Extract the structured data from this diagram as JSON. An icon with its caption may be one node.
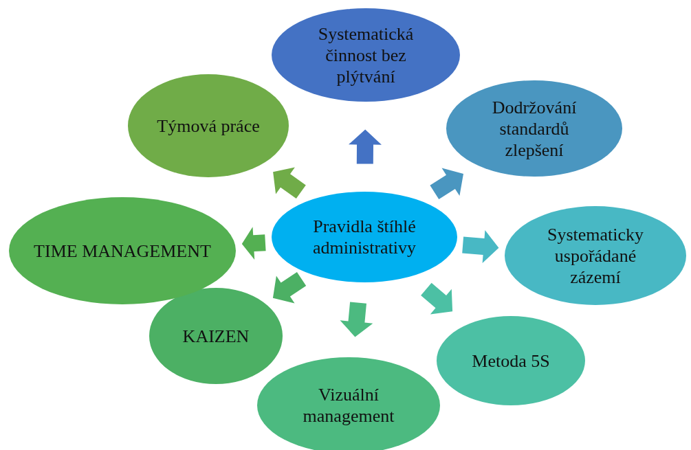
{
  "diagram": {
    "nodes": [
      {
        "text": [
          "Pravidla štíhlé administrativy"
        ]
      },
      {
        "text": [
          "Systematická činnost bez plýtvání"
        ]
      },
      {
        "text": [
          "Dodržování standardů zlepšení"
        ]
      },
      {
        "text": [
          "Systematicky uspořádané zázemí"
        ]
      },
      {
        "text": [
          "Metoda 5S"
        ]
      },
      {
        "text": [
          "Vizuální management"
        ]
      },
      {
        "text": [
          "KAIZEN"
        ]
      },
      {
        "text": [
          "TIME MANAGEMENT"
        ]
      },
      {
        "text": [
          "Týmová práce"
        ]
      }
    ],
    "edges": [
      {
        "from": 0,
        "to": 1,
        "arrow": "to",
        "color": "#4472c4"
      },
      {
        "from": 0,
        "to": 2,
        "arrow": "to",
        "color": "#4a96c0"
      },
      {
        "from": 0,
        "to": 3,
        "arrow": "to",
        "color": "#48b8c4"
      },
      {
        "from": 0,
        "to": 4,
        "arrow": "to",
        "color": "#4cc0a4"
      },
      {
        "from": 0,
        "to": 5,
        "arrow": "to",
        "color": "#4cba80"
      },
      {
        "from": 0,
        "to": 6,
        "arrow": "to",
        "color": "#4cb064"
      },
      {
        "from": 0,
        "to": 7,
        "arrow": "to",
        "color": "#54b052"
      },
      {
        "from": 0,
        "to": 8,
        "arrow": "to",
        "color": "#70ac48"
      }
    ]
  }
}
